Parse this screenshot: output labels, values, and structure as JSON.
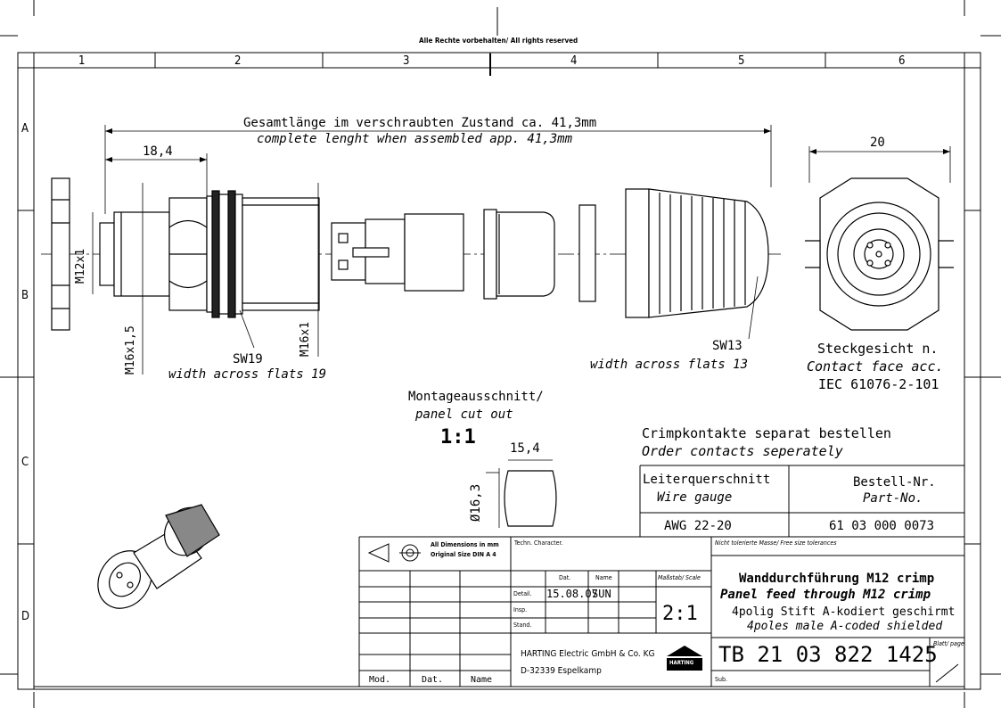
{
  "copyright": "Alle Rechte vorbehalten/ All rights reserved",
  "columns": [
    "1",
    "2",
    "3",
    "4",
    "5",
    "6"
  ],
  "rows": [
    "A",
    "B",
    "C",
    "D"
  ],
  "dims": {
    "overall_de": "Gesamtlänge im verschraubten Zustand ca. 41,3mm",
    "overall_en": "complete lenght when assembled app. 41,3mm",
    "len_18": "18,4",
    "m12": "M12x1",
    "m16x15": "M16x1,5",
    "m16x1": "M16x1",
    "sw19": "SW19",
    "sw19_en": "width across flats 19",
    "sw13": "SW13",
    "sw13_en": "width across flats 13",
    "w20": "20",
    "face_de": "Steckgesicht n.",
    "face_en": "Contact face acc.",
    "face_std": "IEC 61076-2-101"
  },
  "cutout": {
    "title_de": "Montageausschnitt/",
    "title_en": "panel cut out",
    "scale": "1:1",
    "w": "15,4",
    "d": "Ø16,3"
  },
  "order": {
    "de": "Crimpkontakte separat bestellen",
    "en": "Order contacts seperately",
    "col1_de": "Leiterquerschnitt",
    "col1_en": "Wire gauge",
    "col2_de": "Bestell-Nr.",
    "col2_en": "Part-No.",
    "row_gauge": "AWG 22-20",
    "row_part": "61 03 000 0073"
  },
  "titleblock": {
    "dims_note1": "All Dimensions in mm",
    "dims_note2": "Original Size DIN A 4",
    "techn": "Techn. Character.",
    "tol": "Nicht tolerierte Masse/ Free size tolerances",
    "dat_h": "Dat.",
    "name_h": "Name",
    "scale_h": "Maßstab/ Scale",
    "detail": "Detail.",
    "detail_date": "15.08.07",
    "detail_name": "SUN",
    "insp": "Insp.",
    "stand": "Stand.",
    "scale": "2:1",
    "title_de": "Wanddurchführung M12 crimp",
    "title_en": "Panel feed through M12 crimp",
    "sub_de": "4polig Stift A-kodiert geschirmt",
    "sub_en": "4poles male A-coded shielded",
    "company1": "HARTING Electric GmbH & Co. KG",
    "company2": "D-32339 Espelkamp",
    "logo": "HARTING",
    "drawing_no": "TB 21 03 822 1425",
    "sheet": "Blatt/ page",
    "sub": "Sub.",
    "mod": "Mod.",
    "dat": "Dat.",
    "name": "Name"
  }
}
